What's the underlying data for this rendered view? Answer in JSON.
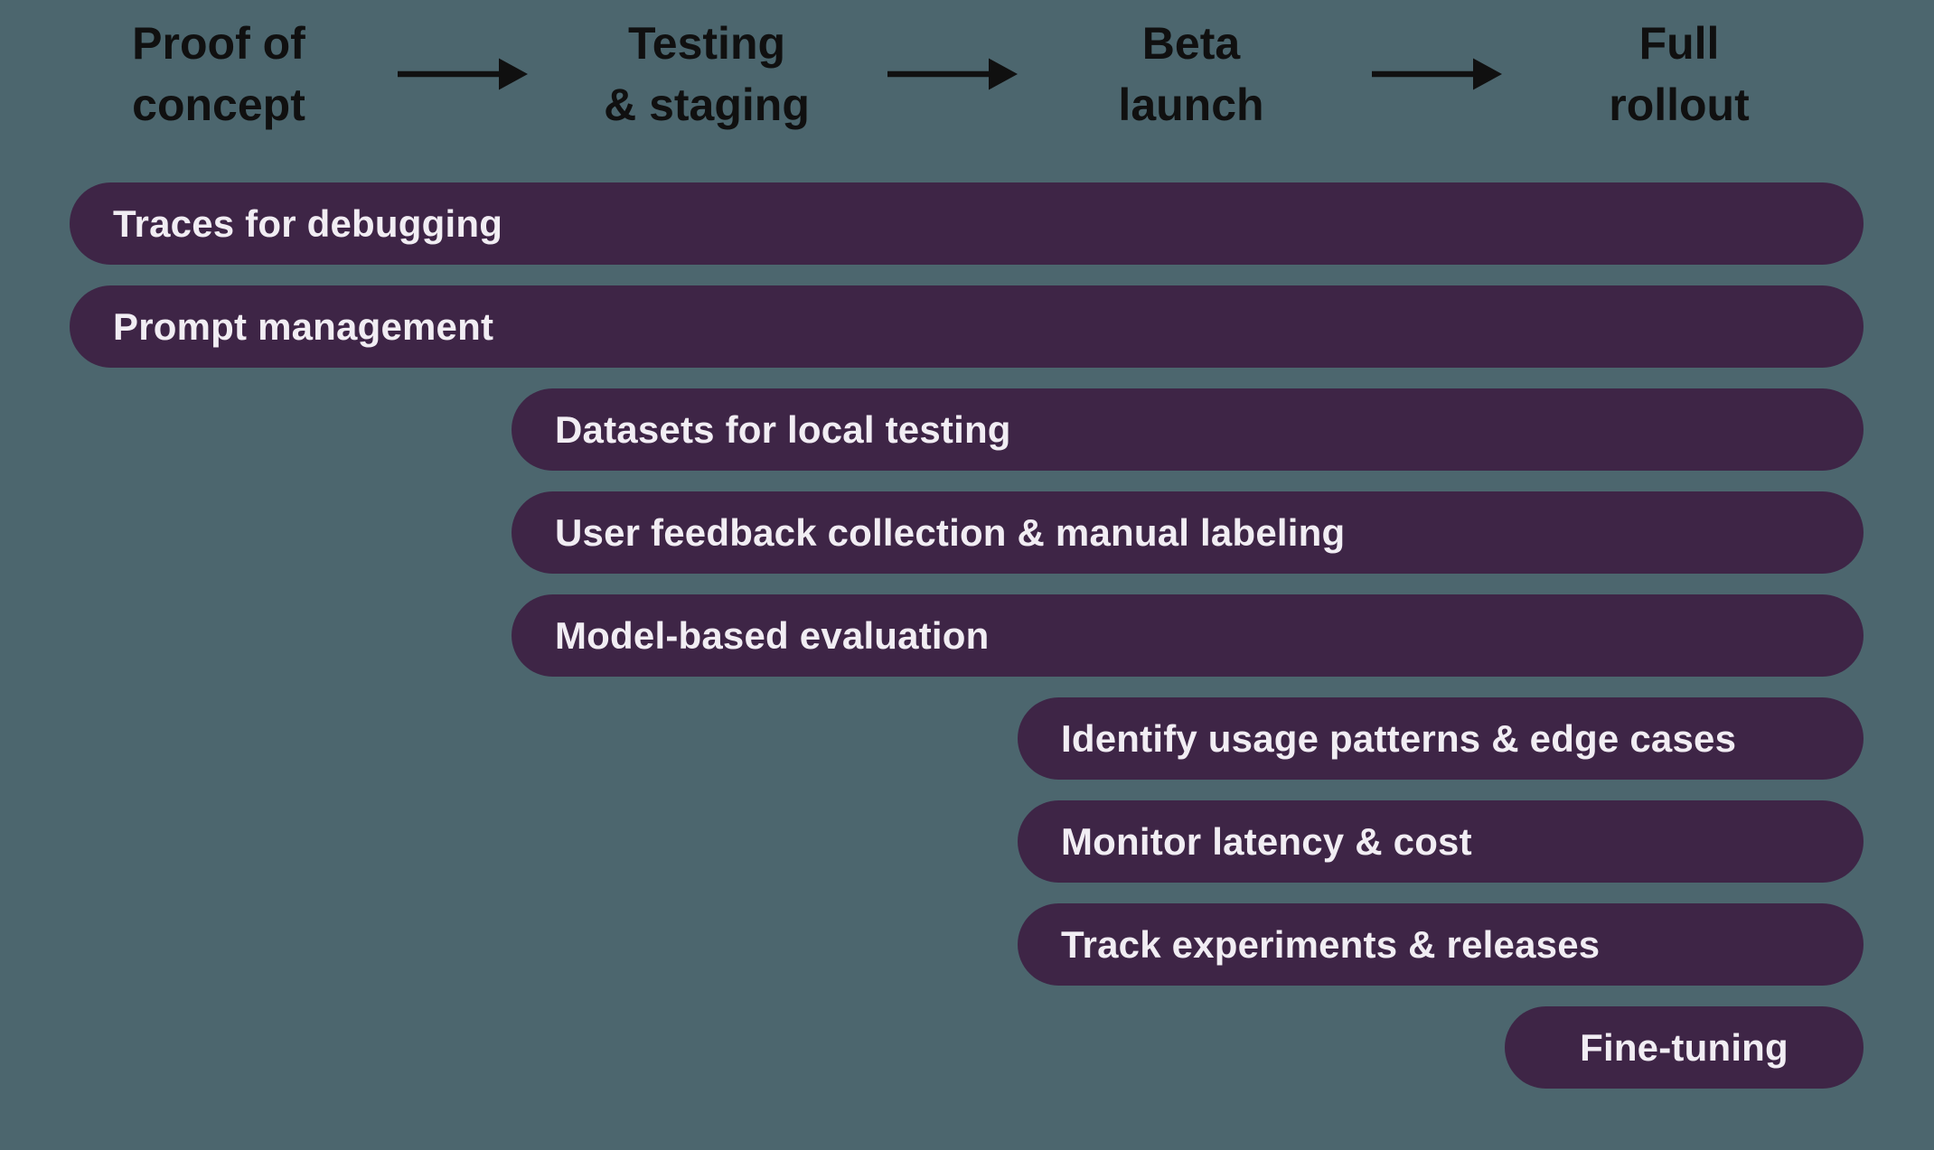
{
  "colors": {
    "background": "#4c666e",
    "bar_fill": "#3e2546",
    "bar_text": "#f1edf3",
    "stage_text": "#101010",
    "arrow": "#101010"
  },
  "stages": [
    {
      "line1": "Proof of",
      "line2": "concept"
    },
    {
      "line1": "Testing",
      "line2": "& staging"
    },
    {
      "line1": "Beta",
      "line2": "launch"
    },
    {
      "line1": "Full",
      "line2": "rollout"
    }
  ],
  "arrow_icon": "right-arrow",
  "bars": [
    {
      "label": "Traces for debugging",
      "start_stage": "Proof of concept",
      "end_stage": "Full rollout"
    },
    {
      "label": "Prompt management",
      "start_stage": "Proof of concept",
      "end_stage": "Full rollout"
    },
    {
      "label": "Datasets for local testing",
      "start_stage": "Testing & staging",
      "end_stage": "Full rollout"
    },
    {
      "label": "User feedback collection & manual labeling",
      "start_stage": "Testing & staging",
      "end_stage": "Full rollout"
    },
    {
      "label": "Model-based evaluation",
      "start_stage": "Testing & staging",
      "end_stage": "Full rollout"
    },
    {
      "label": "Identify usage patterns & edge cases",
      "start_stage": "Beta launch",
      "end_stage": "Full rollout"
    },
    {
      "label": "Monitor latency & cost",
      "start_stage": "Beta launch",
      "end_stage": "Full rollout"
    },
    {
      "label": "Track experiments & releases",
      "start_stage": "Beta launch",
      "end_stage": "Full rollout"
    },
    {
      "label": "Fine-tuning",
      "start_stage": "Full rollout",
      "end_stage": "Full rollout"
    }
  ]
}
